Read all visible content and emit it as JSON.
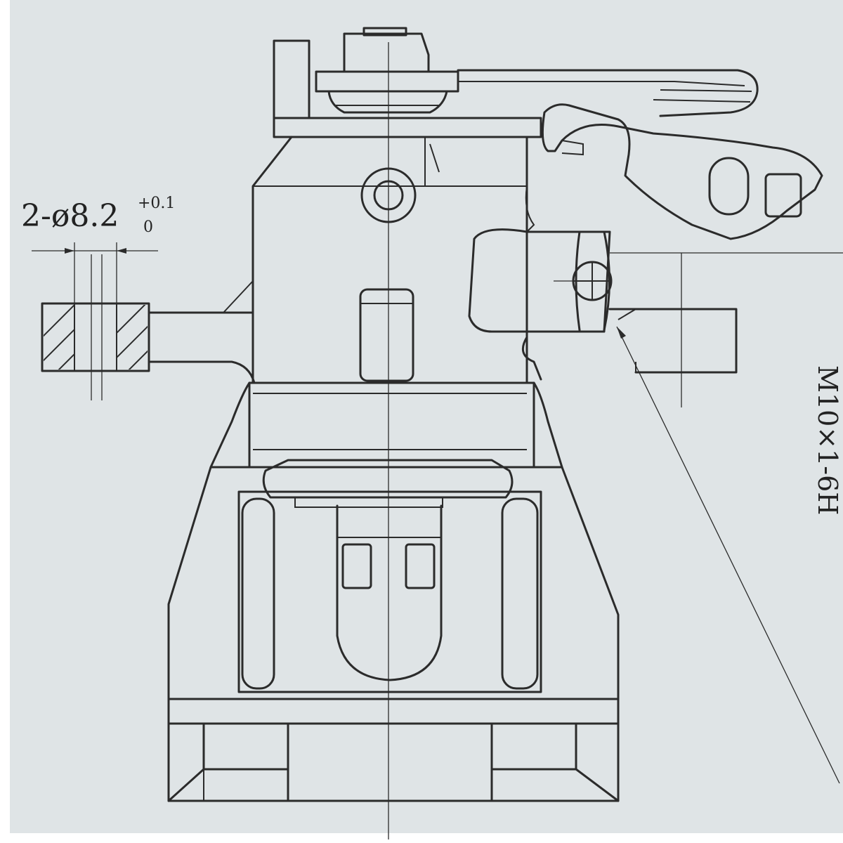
{
  "annotations": {
    "hole_callout": "2-ø8.2",
    "hole_tol_upper": "+0.1",
    "hole_tol_lower": "0",
    "thread_callout": "M10×1-6H"
  },
  "colors": {
    "paper": "#dfe4e6",
    "ink": "#2b2b2b"
  }
}
